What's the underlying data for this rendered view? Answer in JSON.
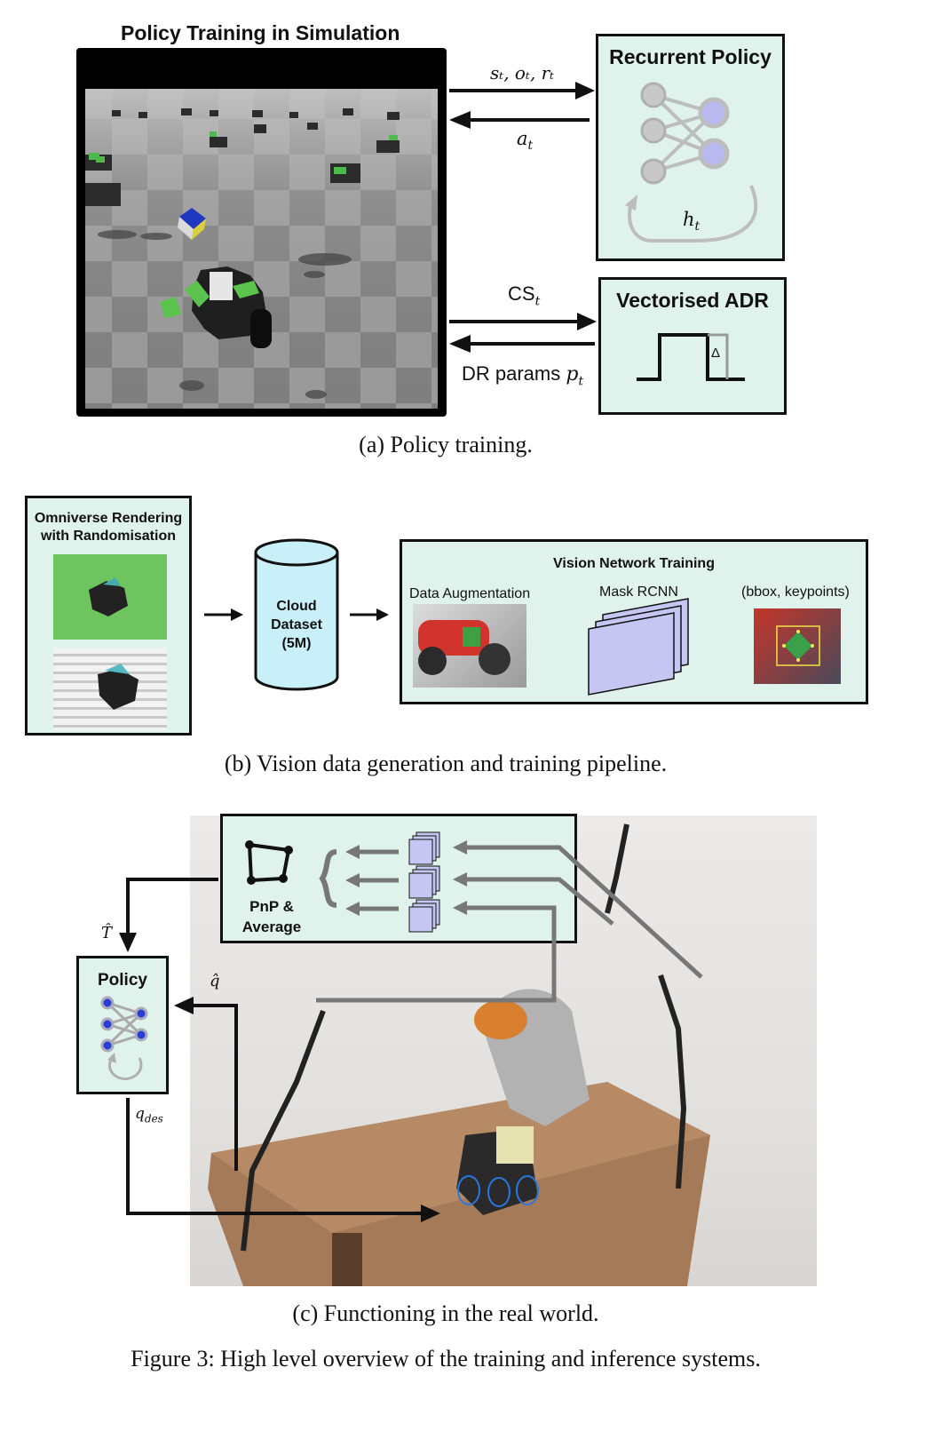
{
  "panel_a": {
    "sim_title": "Policy Training in Simulation",
    "policy_title": "Recurrent Policy",
    "hidden_state": "h",
    "hidden_state_sub": "t",
    "obs_label": "sₜ, oₜ, rₜ",
    "action_label": "a",
    "action_sub": "t",
    "adr_title": "Vectorised ADR",
    "cs_label": "CS",
    "cs_sub": "t",
    "dr_label": "DR params",
    "dr_symbol": "p",
    "dr_sub": "t",
    "delta": "Δ",
    "caption": "(a) Policy training."
  },
  "panel_b": {
    "render_title": "Omniverse Rendering\nwith Randomisation",
    "cloud_label": "Cloud\nDataset\n(5M)",
    "vision_title": "Vision Network Training",
    "aug_label": "Data Augmentation",
    "mask_label": "Mask RCNN",
    "output_label": "(bbox, keypoints)",
    "caption": "(b) Vision data generation and training pipeline."
  },
  "panel_c": {
    "pnp_label": "PnP &\nAverage",
    "policy_title": "Policy",
    "t_hat": "T̂",
    "q_hat": "q̂",
    "q_des": "q",
    "q_des_sub": "des",
    "caption": "(c) Functioning in the real world."
  },
  "figure_caption": "Figure 3: High level overview of the training and inference systems.",
  "colors": {
    "mint": "#dff2ec",
    "node_gray": "#c8c8c8",
    "node_lavender": "#b9b9ef",
    "node_blue": "#2a3dd6",
    "cylinder": "#c9f0f8",
    "sheet": "#c6c6f3"
  }
}
